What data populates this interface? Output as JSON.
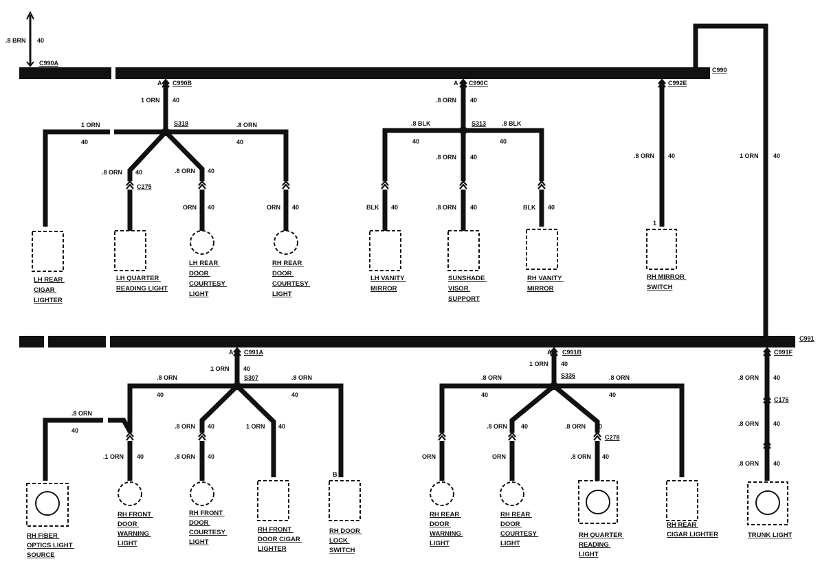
{
  "colors": {
    "wire": "#111111",
    "background": "#ffffff"
  },
  "top_feed": {
    "size": ".8 BRN",
    "circuit": "40",
    "connector": "C990A"
  },
  "buses": [
    {
      "name": "C990"
    },
    {
      "name": "C991"
    }
  ],
  "riser": {
    "size": "1 ORN",
    "circuit": "40"
  },
  "groups": [
    {
      "pin": "A",
      "connector": "C990B",
      "size": "1 ORN",
      "circuit": "40",
      "splice": "S318",
      "branches": [
        {
          "size": "1 ORN",
          "circuit": "40"
        },
        {
          "size": ".8 ORN",
          "circuit": "40"
        }
      ]
    },
    {
      "pin": "A",
      "connector": "C990C",
      "size": ".8 ORN",
      "circuit": "40",
      "splice": "S313",
      "branches": [
        {
          "size": ".8 BLK",
          "circuit": "40"
        },
        {
          "size": ".8 BLK",
          "circuit": "40"
        }
      ]
    },
    {
      "pin": "A",
      "connector": "C991A",
      "size": "1 ORN",
      "circuit": "40",
      "splice": "S307",
      "branches": [
        {
          "size": ".8 ORN",
          "circuit": "40"
        },
        {
          "size": ".8 ORN",
          "circuit": "40"
        }
      ]
    },
    {
      "pin": "A",
      "connector": "C991B",
      "size": "1 ORN",
      "circuit": "40",
      "splice": "S336",
      "branches": [
        {
          "size": ".8 ORN",
          "circuit": "40"
        },
        {
          "size": ".8 ORN",
          "circuit": "40"
        }
      ]
    }
  ],
  "top_components": [
    {
      "lines": [
        "LH REAR",
        "CIGAR",
        "LIGHTER"
      ]
    },
    {
      "lines": [
        "LH QUARTER",
        "READING LIGHT"
      ],
      "size1": ".8 ORN",
      "circuit1": "40",
      "connector": "C275"
    },
    {
      "lines": [
        "LH REAR",
        "DOOR",
        "COURTESY",
        "LIGHT"
      ],
      "size1": ".8 ORN",
      "circuit1": "40",
      "size2": "ORN",
      "circuit2": "40"
    },
    {
      "lines": [
        "RH REAR",
        "DOOR",
        "COURTESY",
        "LIGHT"
      ],
      "size2": "ORN",
      "circuit2": "40"
    },
    {
      "lines": [
        "LH VANITY",
        "MIRROR"
      ],
      "size2": "BLK",
      "circuit2": "40"
    },
    {
      "lines": [
        "SUNSHADE",
        "VISOR",
        "SUPPORT"
      ],
      "size1": ".8 ORN",
      "circuit1": "40",
      "size2": ".8 ORN",
      "circuit2": "40"
    },
    {
      "lines": [
        "RH VANITY",
        "MIRROR"
      ],
      "size2": "BLK",
      "circuit2": "40"
    },
    {
      "lines": [
        "RH MIRROR",
        "SWITCH"
      ],
      "pin": "1",
      "connector": "C992E",
      "size": ".8 ORN",
      "circuit": "40"
    }
  ],
  "bottom_components": [
    {
      "lines": [
        "RH FIBER",
        "OPTICS LIGHT",
        "SOURCE"
      ],
      "size": ".8 ORN",
      "circuit": "40"
    },
    {
      "lines": [
        "RH FRONT",
        "DOOR",
        "WARNING",
        "LIGHT"
      ],
      "size2": ".1 ORN",
      "circuit2": "40"
    },
    {
      "lines": [
        "RH FRONT",
        "DOOR",
        "COURTESY",
        "LIGHT"
      ],
      "size1": ".8 ORN",
      "circuit1": "40",
      "size2": ".8 ORN",
      "circuit2": "40"
    },
    {
      "lines": [
        "RH FRONT",
        "DOOR CIGAR",
        "LIGHTER"
      ],
      "size1": "1 ORN",
      "circuit1": "40"
    },
    {
      "lines": [
        "RH DOOR",
        "LOCK",
        "SWITCH"
      ],
      "pin": "B"
    },
    {
      "lines": [
        "RH REAR",
        "DOOR",
        "WARNING",
        "LIGHT"
      ],
      "size2": "ORN"
    },
    {
      "lines": [
        "RH REAR",
        "DOOR",
        "COURTESY",
        "LIGHT"
      ],
      "size1": ".8 ORN",
      "circuit1": "40",
      "size2": "ORN"
    },
    {
      "lines": [
        "RH QUARTER",
        "READING",
        "LIGHT"
      ],
      "size1": ".8 ORN",
      "circuit1": "40",
      "connector": "C278",
      "size2": ".8 ORN",
      "circuit2": "40"
    },
    {
      "lines": [
        "RH REAR",
        "CIGAR LIGHTER"
      ]
    },
    {
      "lines": [
        "TRUNK LIGHT"
      ],
      "connector_top": "C991F",
      "size_top": ".8 ORN",
      "circuit_top": "40",
      "connector": "C176",
      "size1": ".8 ORN",
      "circuit1": "40",
      "size2": ".8 ORN",
      "circuit2": "40"
    }
  ]
}
